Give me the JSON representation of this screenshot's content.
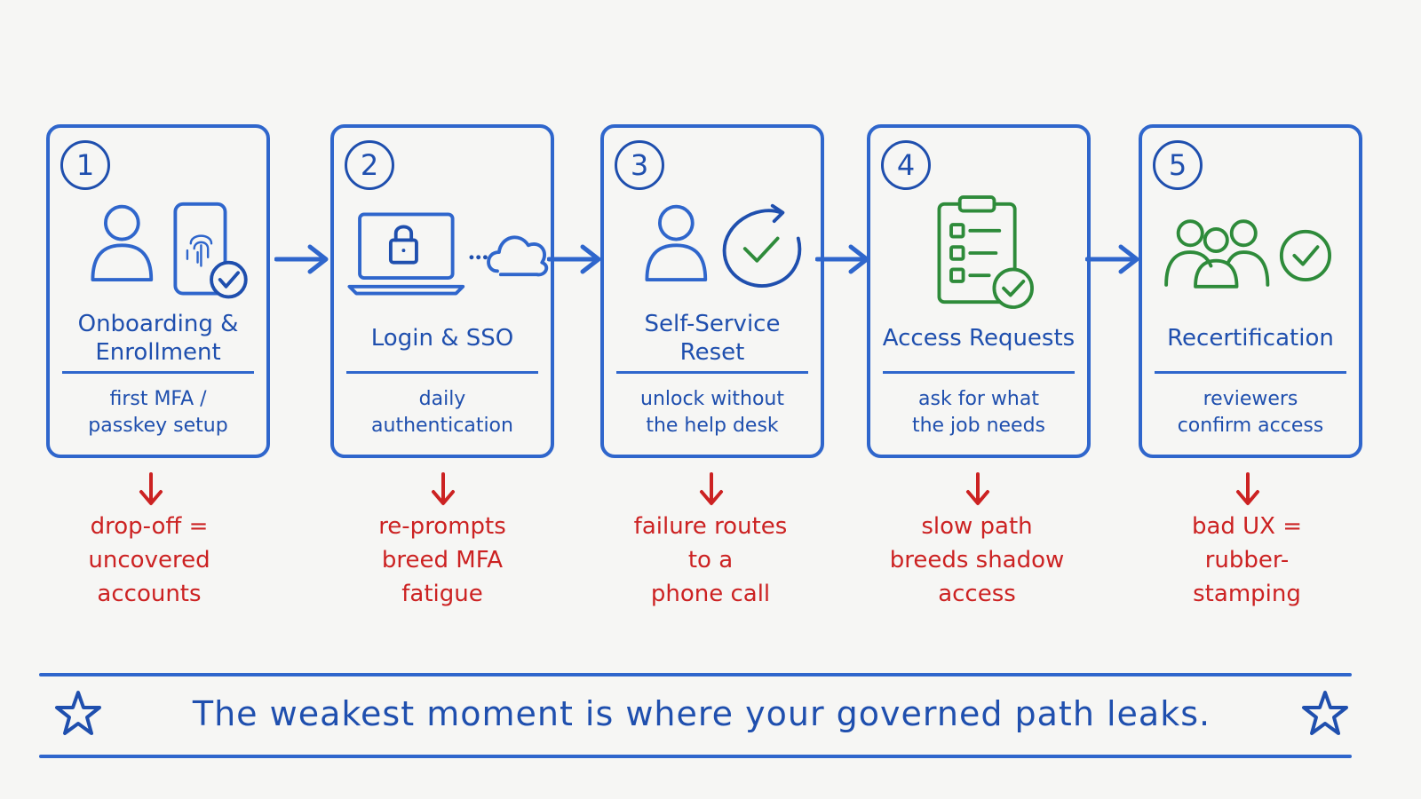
{
  "colors": {
    "blue": "#2f66cc",
    "ink": "#1f4fae",
    "green": "#2e8b3a",
    "red": "#cc2222"
  },
  "steps": [
    {
      "number": "1",
      "title_lines": [
        "Onboarding &",
        "Enrollment"
      ],
      "sub_lines": [
        "first MFA /",
        "passkey setup"
      ],
      "risk_lines": [
        "drop-off =",
        "uncovered",
        "accounts"
      ],
      "icons": [
        "user-icon",
        "phone-fingerprint-icon",
        "check-circle-icon"
      ]
    },
    {
      "number": "2",
      "title_lines": [
        "Login & SSO"
      ],
      "sub_lines": [
        "daily",
        "authentication"
      ],
      "risk_lines": [
        "re-prompts",
        "breed MFA",
        "fatigue"
      ],
      "icons": [
        "laptop-lock-icon",
        "cloud-icon"
      ]
    },
    {
      "number": "3",
      "title_lines": [
        "Self-Service",
        "Reset"
      ],
      "sub_lines": [
        "unlock without",
        "the help desk"
      ],
      "risk_lines": [
        "failure routes",
        "to a",
        "phone call"
      ],
      "icons": [
        "user-icon",
        "refresh-check-icon"
      ]
    },
    {
      "number": "4",
      "title_lines": [
        "Access Requests"
      ],
      "sub_lines": [
        "ask for what",
        "the job needs"
      ],
      "risk_lines": [
        "slow path",
        "breeds shadow",
        "access"
      ],
      "icons": [
        "clipboard-checklist-icon",
        "check-circle-icon"
      ]
    },
    {
      "number": "5",
      "title_lines": [
        "Recertification"
      ],
      "sub_lines": [
        "reviewers",
        "confirm access"
      ],
      "risk_lines": [
        "bad UX =",
        "rubber-",
        "stamping"
      ],
      "icons": [
        "group-users-icon",
        "check-circle-icon"
      ]
    }
  ],
  "banner": {
    "text": "The weakest moment is where your governed path leaks.",
    "icons": [
      "star-icon",
      "star-icon"
    ]
  }
}
